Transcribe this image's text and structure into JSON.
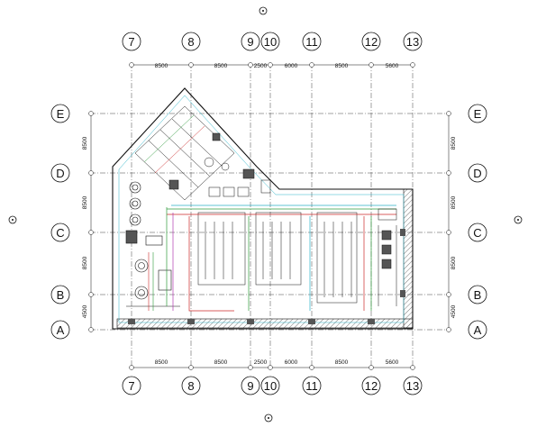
{
  "grid": {
    "columns": [
      "7",
      "8",
      "9",
      "10",
      "11",
      "12",
      "13"
    ],
    "rows": [
      "E",
      "D",
      "C",
      "B",
      "A"
    ]
  },
  "dimensions": {
    "column_spacings": [
      "8500",
      "8500",
      "2500",
      "6000",
      "8500",
      "5600"
    ],
    "row_spacings": [
      "8500",
      "8500",
      "8500",
      "4500"
    ]
  },
  "colors": {
    "line": "#111111",
    "grid_line": "#444444",
    "pipe_green": "#2e9a3c",
    "pipe_red": "#cc2a2a",
    "pipe_cyan": "#2bb3c8",
    "pipe_magenta": "#b03ab0",
    "wall_hatch": "#777777"
  }
}
